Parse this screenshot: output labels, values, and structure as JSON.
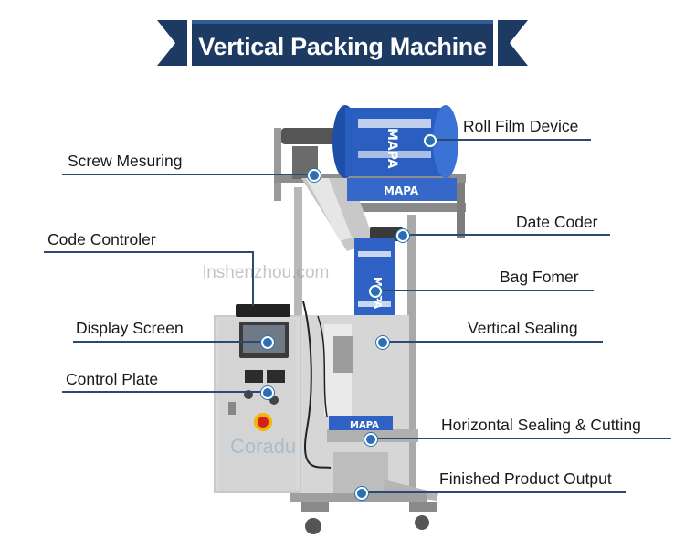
{
  "banner": {
    "title": "Vertical Packing Machine",
    "color_dark": "#1d3a63",
    "color_mid": "#2f5f96"
  },
  "watermark": "lnshenzhou.com",
  "logo_text": "Coradu",
  "labels": {
    "roll_film_device": "Roll Film Device",
    "screw_mesuring": "Screw Mesuring",
    "date_coder": "Date Coder",
    "code_controler": "Code Controler",
    "bag_fomer": "Bag Fomer",
    "display_screen": "Display  Screen",
    "vertical_sealing": "Vertical Sealing",
    "control_plate": "Control Plate",
    "horizontal_sealing_cutting": "Horizontal Sealing &  Cutting",
    "finished_product_output": "Finished Product Output"
  },
  "film_print": "MAPA",
  "accent_color": "#2a6fb3"
}
